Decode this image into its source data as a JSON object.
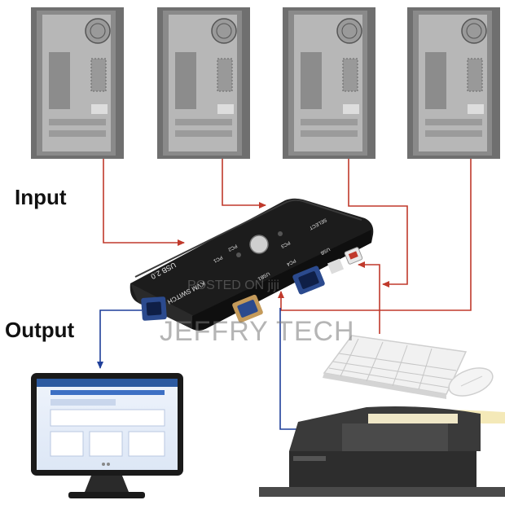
{
  "labels": {
    "input": "Input",
    "output": "Output"
  },
  "device": {
    "line1": "USB 2.0",
    "line2": "KVM SWITCH",
    "port_labels": [
      "PC1",
      "PC2",
      "PC3",
      "PC4"
    ],
    "usb_label": "USB1",
    "kbd_label": "USB",
    "top_label": "SELECT"
  },
  "watermark": {
    "line1": "POSTED ON jiji",
    "line2": "JEFFRY TECH"
  },
  "colors": {
    "input_wire": "#c0392b",
    "output_wire": "#1f3f9a",
    "tower_body": "#7d7d7d",
    "tower_front": "#c8c8c8",
    "device_body": "#1c1c1c",
    "vga_port": "#2b4a8e"
  },
  "icons": [
    "computer-tower-icon",
    "kvm-switch-icon",
    "monitor-icon",
    "keyboard-icon",
    "mouse-icon",
    "printer-icon"
  ]
}
